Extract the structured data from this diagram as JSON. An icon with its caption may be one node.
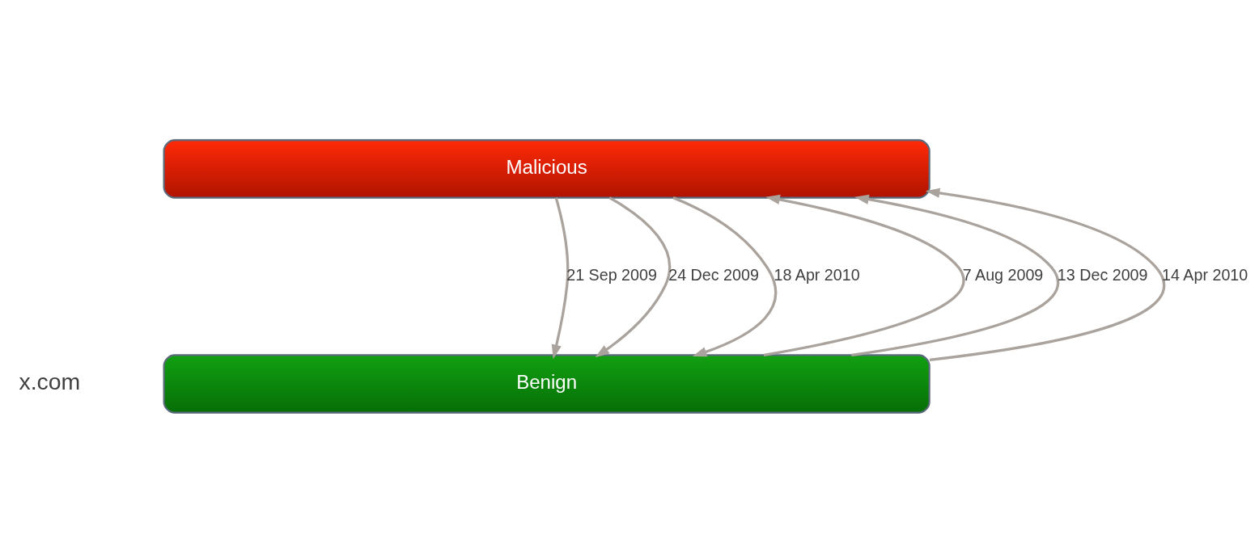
{
  "diagram": {
    "nodes": [
      {
        "text": [
          "Malicious"
        ]
      },
      {
        "text": [
          "Benign"
        ]
      }
    ],
    "edges": [
      {
        "from": 1,
        "to": 0,
        "arrow": "to",
        "label": "7 Aug 2009"
      },
      {
        "from": 0,
        "to": 1,
        "arrow": "to",
        "label": "21 Sep 2009"
      },
      {
        "from": 1,
        "to": 0,
        "arrow": "to",
        "label": "13 Dec 2009"
      },
      {
        "from": 0,
        "to": 1,
        "arrow": "to",
        "label": "24 Dec 2009"
      },
      {
        "from": 1,
        "to": 0,
        "arrow": "to",
        "label": "14 Apr 2010"
      },
      {
        "from": 0,
        "to": 1,
        "arrow": "to",
        "label": "18 Apr 2010"
      }
    ],
    "labels": [
      "x.com"
    ]
  }
}
